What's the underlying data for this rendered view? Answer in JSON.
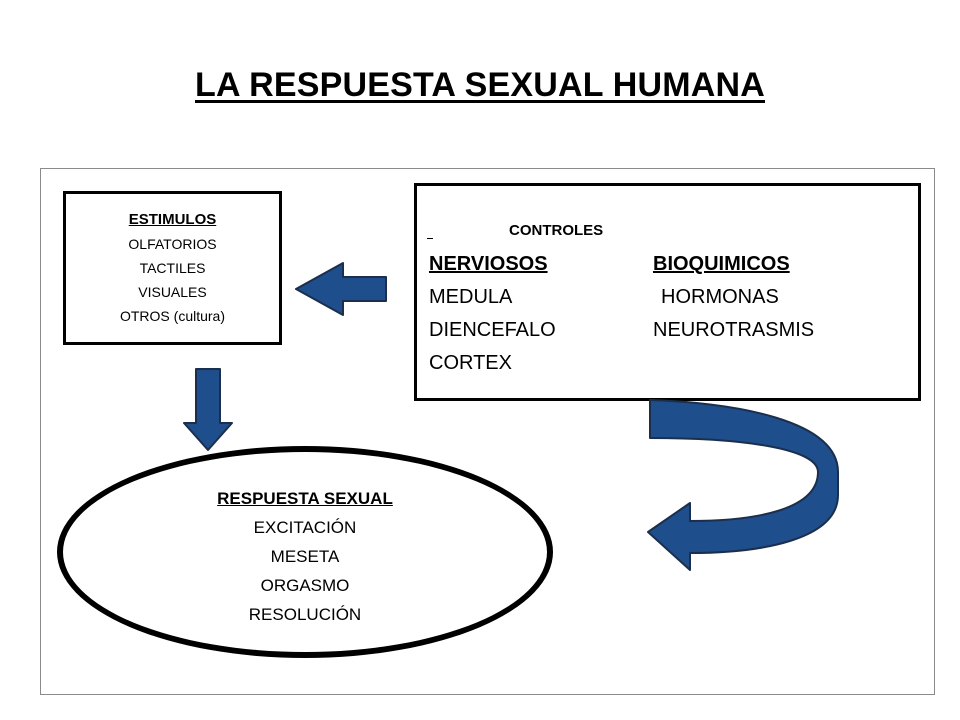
{
  "title": "LA RESPUESTA SEXUAL HUMANA",
  "estimulos": {
    "heading": "ESTIMULOS",
    "items": [
      "OLFATORIOS",
      "TACTILES",
      "VISUALES",
      "OTROS (cultura)"
    ]
  },
  "controles": {
    "heading": "CONTROLES",
    "nerviosos": {
      "heading": "NERVIOSOS",
      "items": [
        "MEDULA",
        "DIENCEFALO",
        "CORTEX"
      ]
    },
    "bioquimicos": {
      "heading": "BIOQUIMICOS",
      "items": [
        "HORMONAS",
        "NEUROTRASMIS"
      ]
    }
  },
  "respuesta": {
    "heading": "RESPUESTA SEXUAL",
    "phases": [
      "EXCITACIÓN",
      "MESETA",
      "ORGASMO",
      "RESOLUCIÓN"
    ]
  },
  "colors": {
    "arrow_fill": "#1f4e8c",
    "arrow_stroke": "#1b2f4d"
  }
}
